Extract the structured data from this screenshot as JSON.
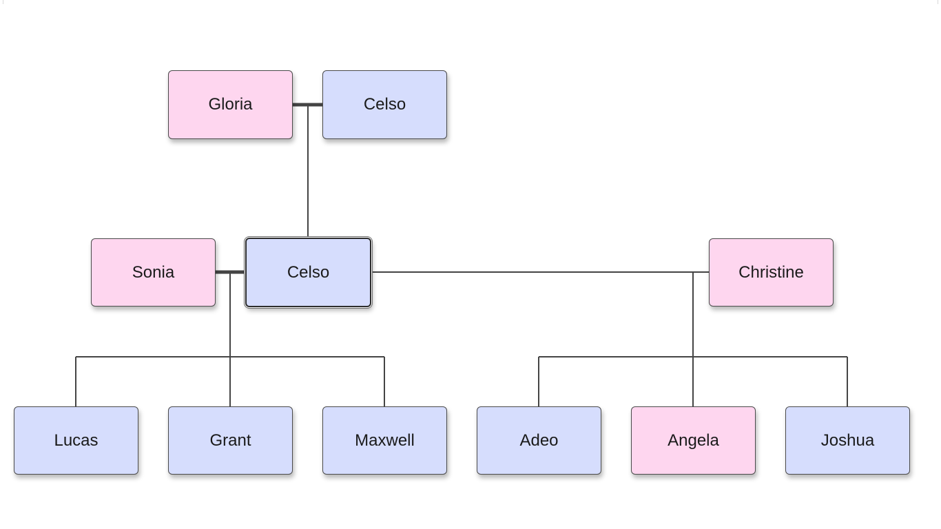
{
  "tree": {
    "colors": {
      "male": "#d6ddfd",
      "female": "#fed6ef",
      "border": "#4a4a4a",
      "line": "#444444"
    },
    "people": [
      {
        "id": "gloria",
        "name": "Gloria",
        "gender": "female",
        "selected": false
      },
      {
        "id": "celso-sr",
        "name": "Celso",
        "gender": "male",
        "selected": false
      },
      {
        "id": "sonia",
        "name": "Sonia",
        "gender": "female",
        "selected": false
      },
      {
        "id": "celso",
        "name": "Celso",
        "gender": "male",
        "selected": true
      },
      {
        "id": "christine",
        "name": "Christine",
        "gender": "female",
        "selected": false
      },
      {
        "id": "lucas",
        "name": "Lucas",
        "gender": "male",
        "selected": false
      },
      {
        "id": "grant",
        "name": "Grant",
        "gender": "male",
        "selected": false
      },
      {
        "id": "maxwell",
        "name": "Maxwell",
        "gender": "male",
        "selected": false
      },
      {
        "id": "adeo",
        "name": "Adeo",
        "gender": "male",
        "selected": false
      },
      {
        "id": "angela",
        "name": "Angela",
        "gender": "female",
        "selected": false
      },
      {
        "id": "joshua",
        "name": "Joshua",
        "gender": "male",
        "selected": false
      }
    ],
    "couples": [
      {
        "partners": [
          "gloria",
          "celso-sr"
        ],
        "children": [
          "celso"
        ]
      },
      {
        "partners": [
          "sonia",
          "celso"
        ],
        "children": [
          "lucas",
          "grant",
          "maxwell"
        ]
      },
      {
        "partners": [
          "celso",
          "christine"
        ],
        "children": [
          "adeo",
          "angela",
          "joshua"
        ]
      }
    ]
  }
}
